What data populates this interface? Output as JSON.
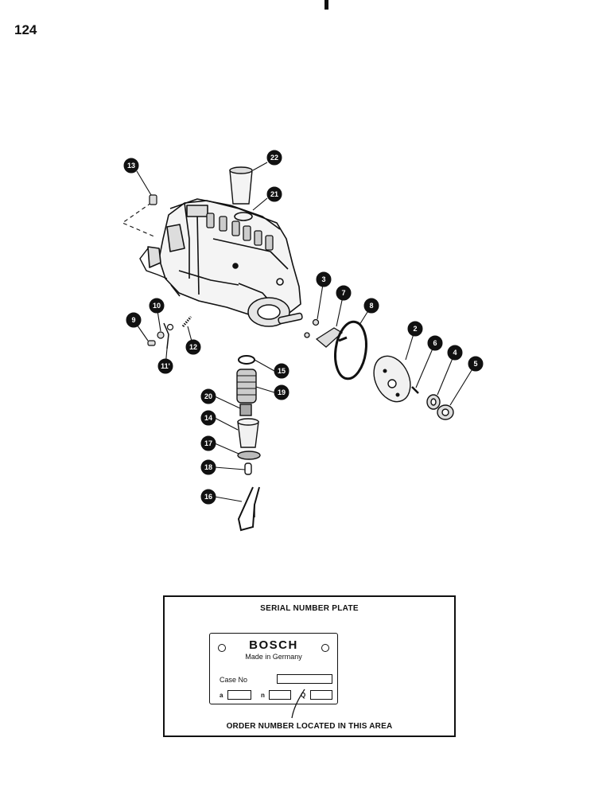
{
  "page": {
    "number": "124"
  },
  "diagram": {
    "callouts": [
      "2",
      "3",
      "4",
      "5",
      "6",
      "7",
      "8",
      "9",
      "10",
      "11",
      "12",
      "13",
      "14",
      "15",
      "16",
      "17",
      "18",
      "19",
      "20",
      "21",
      "22"
    ],
    "callout_11_label": "11'"
  },
  "serial_plate": {
    "title": "SERIAL NUMBER PLATE",
    "brand": "BOSCH",
    "made_in": "Made in Germany",
    "case_label": "Case No",
    "field_a": "a",
    "field_n": "n",
    "field_q": "Q",
    "order_note": "ORDER NUMBER LOCATED IN THIS AREA"
  }
}
